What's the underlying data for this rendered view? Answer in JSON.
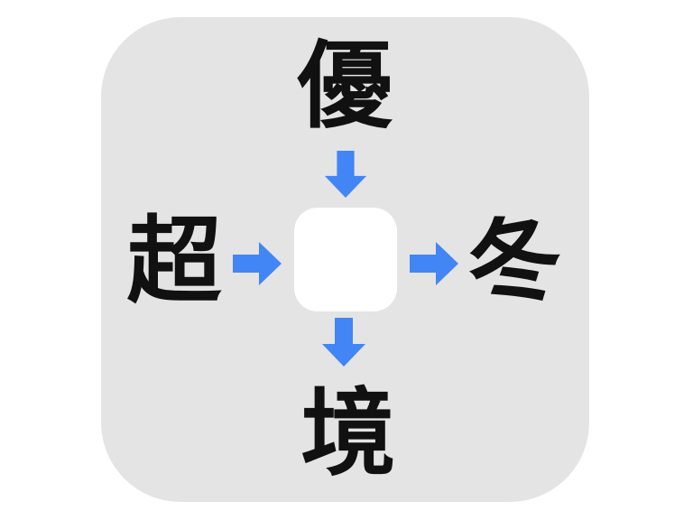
{
  "puzzle": {
    "characters": {
      "top": "優",
      "left": "超",
      "right": "冬",
      "bottom": "境"
    },
    "answer_box": {
      "value": ""
    },
    "icons": {
      "top_arrow": "arrow-down-icon",
      "left_arrow": "arrow-right-icon",
      "right_arrow": "arrow-right-icon",
      "bottom_arrow": "arrow-down-icon"
    },
    "colors": {
      "page_bg": "#ffffff",
      "card_bg": "#e4e4e4",
      "text": "#111111",
      "arrow": "#4285f4",
      "answer_box_bg": "#ffffff"
    }
  }
}
